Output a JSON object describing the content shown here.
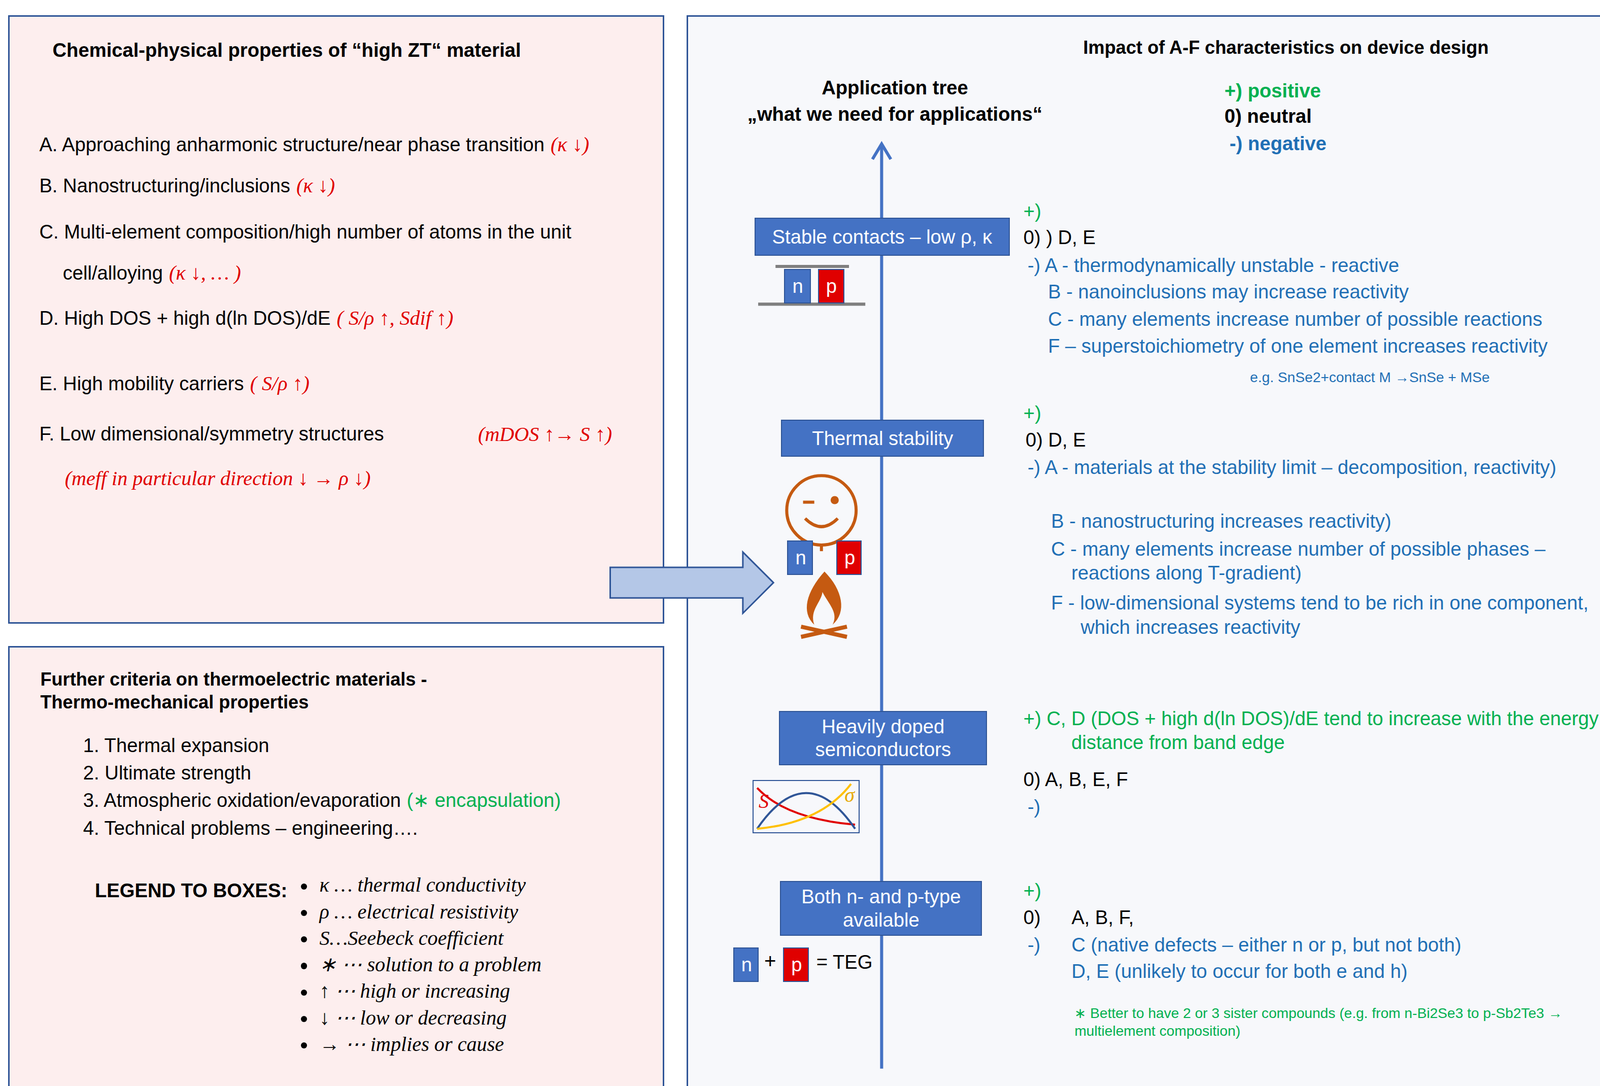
{
  "diagram": {
    "nodes": [
      {
        "text": [
          "Chemical-physical properties of “high ZT“ material",
          "A. Approaching anharmonic structure/near phase transition",
          "(κ ↓)",
          "B. Nanostructuring/inclusions",
          "(κ ↓)",
          "C. Multi-element composition/high number of atoms in the unit cell/alloying",
          "(κ ↓, … )",
          "D. High DOS + high d(ln DOS)/dE",
          "( S/ρ ↑, Sdif ↑)",
          "E. High mobility carriers",
          "( S/ρ ↑)",
          "F. Low dimensional/symmetry structures",
          "(mDOS ↑→ S ↑)",
          "(meff in particular direction ↓ → ρ ↓)"
        ]
      },
      {
        "text": [
          "Further criteria on thermoelectric materials - Thermo-mechanical properties",
          "1. Thermal expansion",
          "2. Ultimate strength",
          "3. Atmospheric oxidation/evaporation",
          "(∗ encapsulation)",
          "4. Technical problems – engineering…."
        ]
      },
      {
        "text": [
          "Impact of A-F characteristics on device design"
        ]
      },
      {
        "text": [
          "Stable contacts – low ρ, κ"
        ],
        "in": 2
      },
      {
        "text": [
          "n"
        ],
        "in": 2
      },
      {
        "text": [
          "p"
        ],
        "in": 2
      },
      {
        "text": [
          "Thermal stability"
        ],
        "in": 2
      },
      {
        "text": [
          "n"
        ],
        "in": 2
      },
      {
        "text": [
          "p"
        ],
        "in": 2
      },
      {
        "text": [
          "Heavily doped semiconductors"
        ],
        "in": 2
      },
      {
        "text": [
          "S",
          "σ"
        ],
        "in": 2
      },
      {
        "text": [
          "Both n- and p-type available"
        ],
        "in": 2
      },
      {
        "text": [
          "n"
        ],
        "in": 2
      },
      {
        "text": [
          "p"
        ],
        "in": 2
      }
    ],
    "edges": [
      {
        "from": 0,
        "to": 2,
        "arrow": "to"
      }
    ],
    "labels": [
      "Application tree",
      "„what we need for applications“",
      "+) positive",
      "0) neutral",
      "-) negative",
      "+)",
      "0) ) D, E",
      "-) A - thermodynamically unstable - reactive",
      "B - nanoinclusions may increase reactivity",
      "C - many elements increase number of possible reactions",
      "F – superstoichiometry of one element increases reactivity",
      "e.g. SnSe2+contact M →SnSe + MSe",
      "+)",
      "0) D, E",
      "-) A - materials at the stability limit – decomposition, reactivity)",
      "B - nanostructuring increases reactivity)",
      "C - many elements increase number of possible phases – reactions along T-gradient)",
      "F - low-dimensional systems tend to be rich in one component, which increases reactivity",
      "+) C, D (DOS + high d(ln DOS)/dE tend to increase with the energy distance from band edge",
      "0) A, B, E, F",
      "-)",
      "+)",
      "0)",
      "A, B, F,",
      "-)",
      "C (native defects – either n or p, but not both)",
      "D, E (unlikely to occur for both e and h)",
      "∗ Better to have 2 or 3 sister compounds (e.g. from n-Bi2Se3 to p-Sb2Te3 → multielement composition)",
      "LEGEND TO BOXES:",
      "+",
      "= TEG"
    ],
    "legend": [
      {
        "text": "κ … thermal conductivity"
      },
      {
        "text": "ρ … electrical resistivity"
      },
      {
        "text": "S…Seebeck coefficient"
      },
      {
        "text": "∗ ⋯ solution to a problem"
      },
      {
        "text": "↑ ⋯ high or increasing"
      },
      {
        "text": "↓ ⋯ low or decreasing"
      },
      {
        "text": "→ ⋯ implies or cause"
      }
    ]
  }
}
